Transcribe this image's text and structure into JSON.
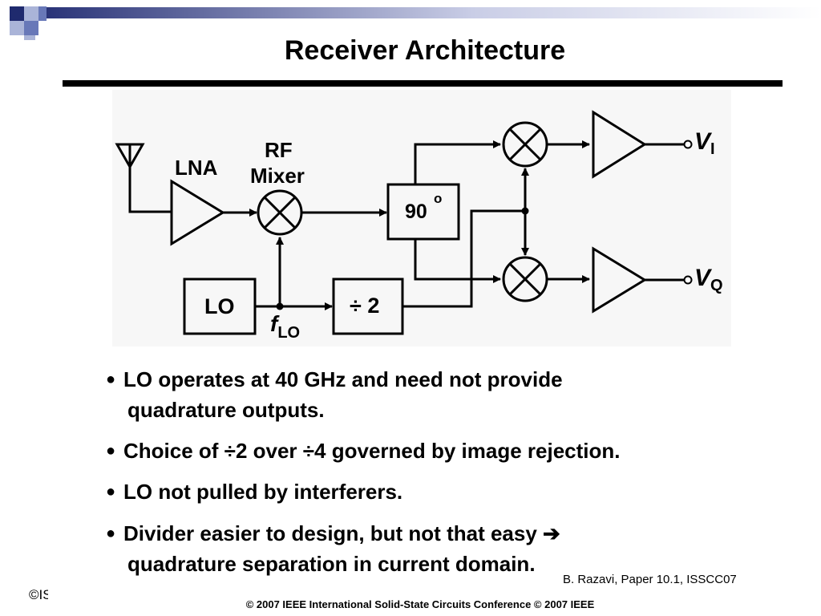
{
  "slide": {
    "title": "Receiver Architecture",
    "citation": "B. Razavi, Paper 10.1, ISSCC07",
    "corner_text": "©ISSCC",
    "footer": "© 2007  IEEE International Solid-State Circuits Conference     © 2007 IEEE"
  },
  "diagram": {
    "lna_label": "LNA",
    "rf_label": "RF",
    "mixer_label": "Mixer",
    "phase_shift": "90",
    "degree_symbol": "o",
    "lo_label": "LO",
    "divider_label": "÷ 2",
    "flo_f": "f",
    "flo_sub": "LO",
    "vi_v": "V",
    "vi_sub": "I",
    "vq_v": "V",
    "vq_sub": "Q"
  },
  "bullets": [
    {
      "line1": "LO operates at 40 GHz and need not provide",
      "line2": "quadrature outputs."
    },
    {
      "line1": "Choice of ÷2 over ÷4 governed by image rejection.",
      "line2": ""
    },
    {
      "line1": "LO not pulled by interferers.",
      "line2": ""
    },
    {
      "line1": "Divider easier to design, but not that easy ➔",
      "line2": "quadrature separation in current domain."
    }
  ],
  "colors": {
    "accent_navy": "#1f2a6e",
    "accent_blue": "#5c6fb0",
    "accent_light": "#aab4d8",
    "diagram_bg": "#f7f7f7"
  }
}
